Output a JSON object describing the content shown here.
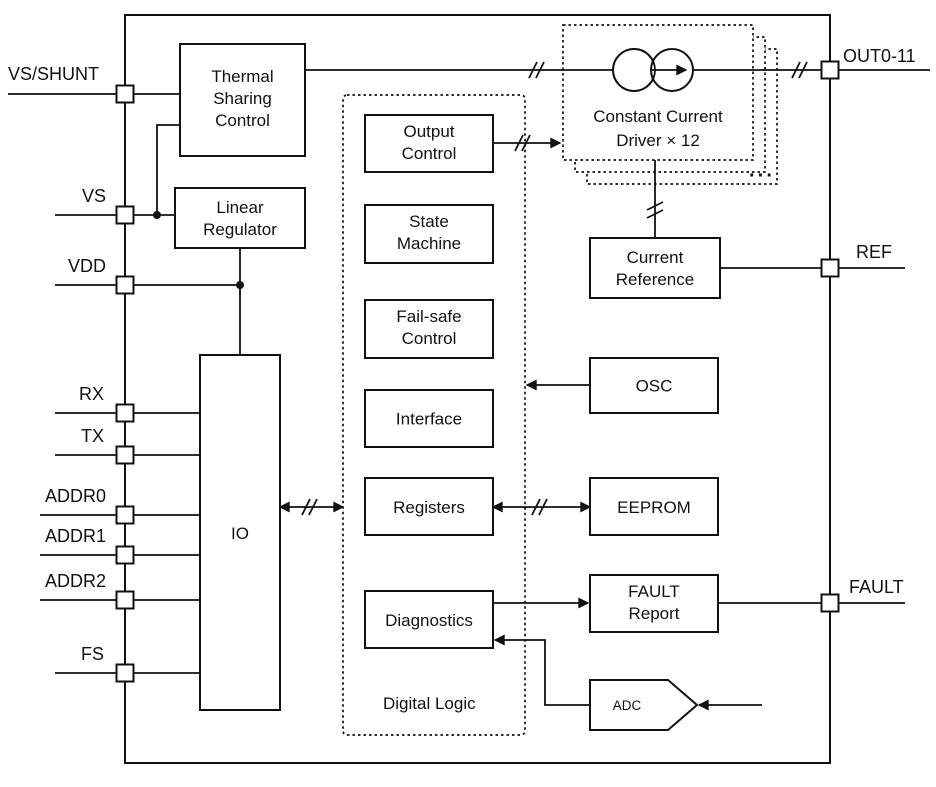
{
  "pins": {
    "left": [
      {
        "label": "VS/SHUNT"
      },
      {
        "label": "VS"
      },
      {
        "label": "VDD"
      },
      {
        "label": "RX"
      },
      {
        "label": "TX"
      },
      {
        "label": "ADDR0"
      },
      {
        "label": "ADDR1"
      },
      {
        "label": "ADDR2"
      },
      {
        "label": "FS"
      }
    ],
    "right": [
      {
        "label": "OUT0-11"
      },
      {
        "label": "REF"
      },
      {
        "label": "FAULT"
      }
    ]
  },
  "blocks": {
    "thermal": {
      "lines": [
        "Thermal",
        "Sharing",
        "Control"
      ]
    },
    "linear_regulator": {
      "lines": [
        "Linear",
        "Regulator"
      ]
    },
    "io": {
      "label": "IO"
    },
    "digital_logic": {
      "label": "Digital Logic"
    },
    "output_control": {
      "lines": [
        "Output",
        "Control"
      ]
    },
    "state_machine": {
      "lines": [
        "State",
        "Machine"
      ]
    },
    "fail_safe": {
      "lines": [
        "Fail-safe",
        "Control"
      ]
    },
    "interface": {
      "label": "Interface"
    },
    "registers": {
      "label": "Registers"
    },
    "diagnostics": {
      "label": "Diagnostics"
    },
    "driver": {
      "lines": [
        "Constant Current",
        "Driver × 12"
      ],
      "ellipsis": "···"
    },
    "current_reference": {
      "lines": [
        "Current",
        "Reference"
      ]
    },
    "osc": {
      "label": "OSC"
    },
    "eeprom": {
      "label": "EEPROM"
    },
    "fault_report": {
      "lines": [
        "FAULT",
        "Report"
      ]
    },
    "adc": {
      "label": "ADC"
    }
  },
  "colors": {
    "line": "#111111",
    "background": "#ffffff"
  }
}
